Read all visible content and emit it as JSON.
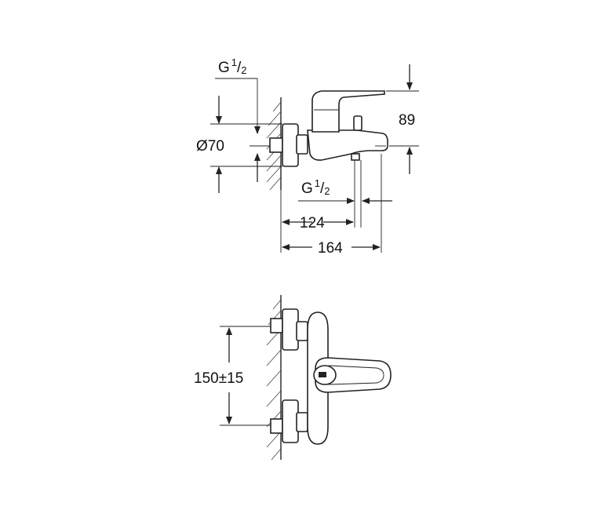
{
  "side_view": {
    "thread_top": {
      "base": "G",
      "sup": "1",
      "sub": "2"
    },
    "thread_spout": {
      "base": "G",
      "sup": "1",
      "sub": "2"
    },
    "dim_diameter": "Ø70",
    "dim_height": "89",
    "dim_spout_reach": "124",
    "dim_total_depth": "164"
  },
  "front_view": {
    "dim_spacing": "150±15"
  }
}
